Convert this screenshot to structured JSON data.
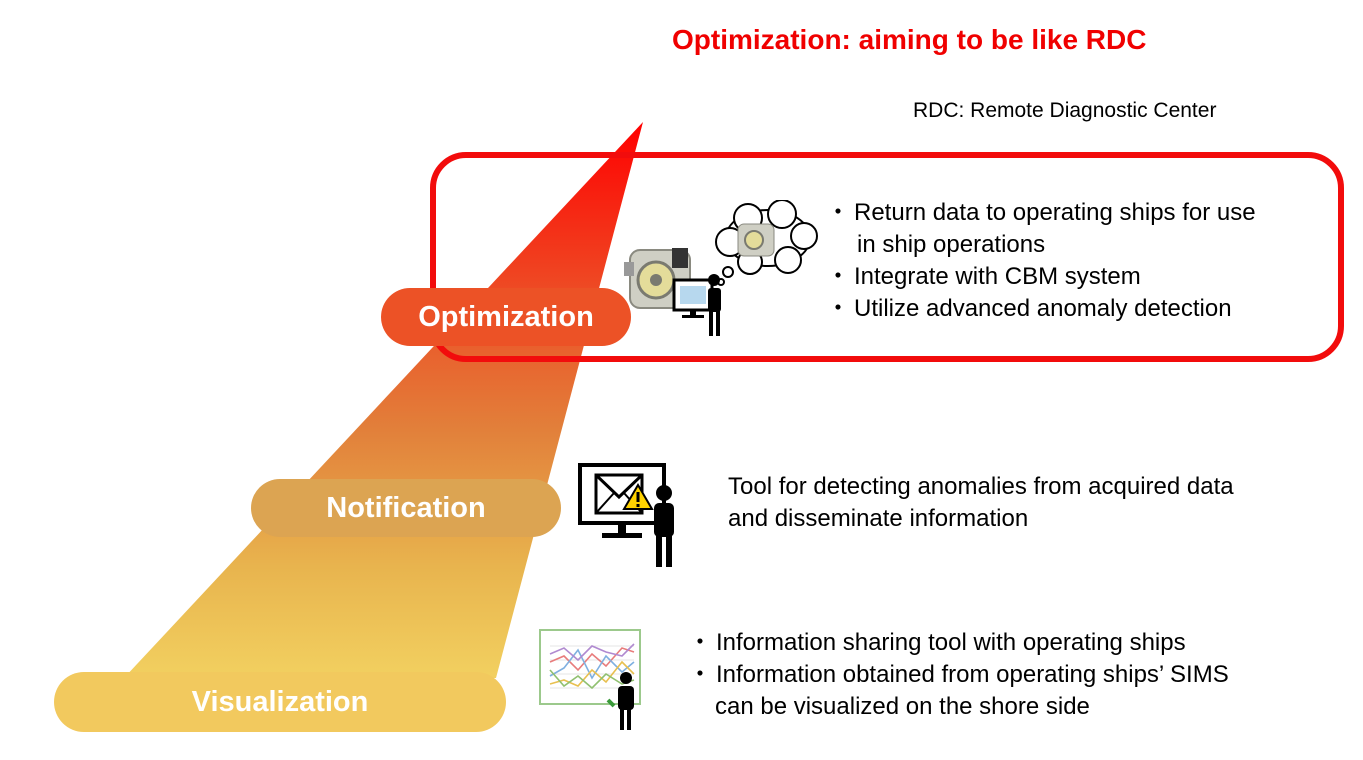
{
  "header": {
    "title": "Optimization: aiming to be like RDC",
    "abbreviation_note": "RDC: Remote Diagnostic Center"
  },
  "levels": {
    "optimization": {
      "label": "Optimization",
      "items": [
        "Return data to operating ships for use",
        "in ship operations",
        "Integrate with CBM system",
        "Utilize advanced anomaly detection"
      ]
    },
    "notification": {
      "label": "Notification",
      "lines": [
        "Tool for detecting anomalies from acquired data",
        "and disseminate information"
      ]
    },
    "visualization": {
      "label": "Visualization",
      "items": [
        "Information sharing tool with operating ships",
        "Information obtained from operating ships’ SIMS",
        "can be visualized on the shore side"
      ]
    }
  },
  "bullet_symbol": "・",
  "colors": {
    "title": "#f00000",
    "frame": "#f20c0c",
    "optimization": "#ec5226",
    "notification": "#dca452",
    "visualization": "#f2c95e"
  },
  "icons": {
    "optimization": "engine-thought-person-icon",
    "notification": "mail-alert-monitor-person-icon",
    "visualization": "line-chart-person-icon"
  }
}
